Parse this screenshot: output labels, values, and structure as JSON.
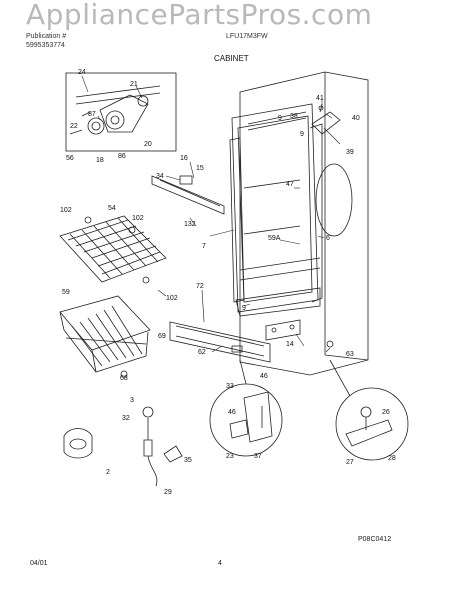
{
  "header": {
    "watermark": "AppliancePartsPros.com",
    "line1_left": "Publication #",
    "line1_mid": "LFU17M3FW",
    "line2_left": "5995353774",
    "section_title": "CABINET"
  },
  "footer": {
    "date": "04/01",
    "page": "4",
    "figure_code": "P08C0412"
  },
  "callouts": [
    "24",
    "21",
    "87",
    "22",
    "56",
    "18",
    "86",
    "20",
    "16",
    "15",
    "34",
    "132",
    "102",
    "54",
    "102",
    "7",
    "9",
    "47",
    "38",
    "41",
    "40",
    "39",
    "9",
    "59A",
    "6",
    "72",
    "59",
    "69",
    "102",
    "9",
    "62",
    "14",
    "63",
    "68",
    "33",
    "46",
    "46",
    "23",
    "37",
    "3",
    "32",
    "2",
    "35",
    "29",
    "26",
    "27",
    "28"
  ]
}
